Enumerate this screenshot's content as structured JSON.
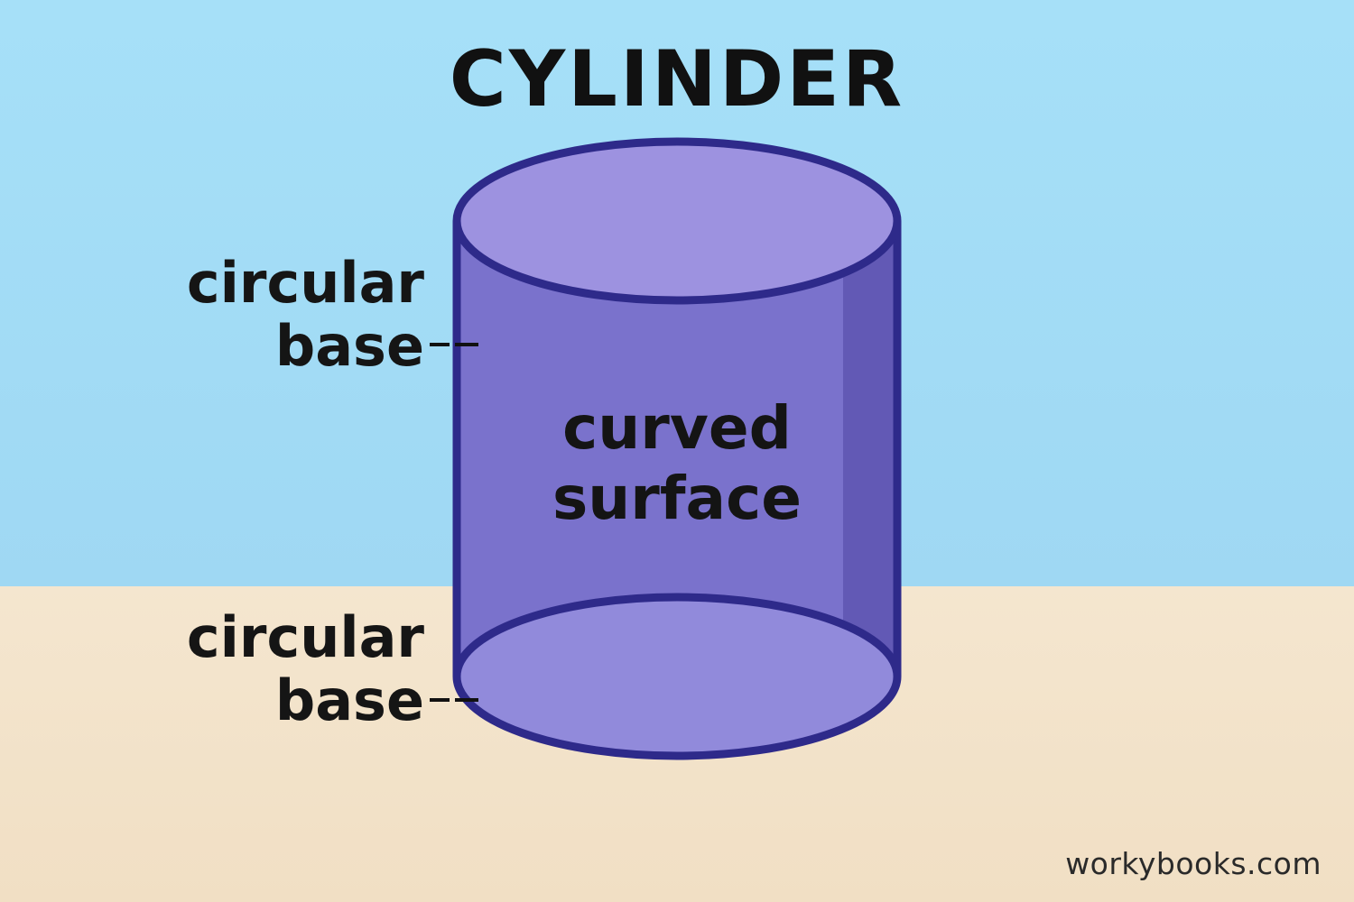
{
  "title": "CYLINDER",
  "labels": {
    "top_base": [
      "circular",
      "base"
    ],
    "bottom_base": [
      "circular",
      "base"
    ],
    "surface": [
      "curved",
      "surface"
    ]
  },
  "watermark": "workybooks.com",
  "colors": {
    "sky": "#a6e0f8",
    "floor": "#f4e6cf",
    "cylinder_body": "#7a72cc",
    "cylinder_shade": "#6259b5",
    "top_face": "#9d92e0",
    "bottom_face": "#918adb",
    "outline": "#2e2a8a"
  }
}
